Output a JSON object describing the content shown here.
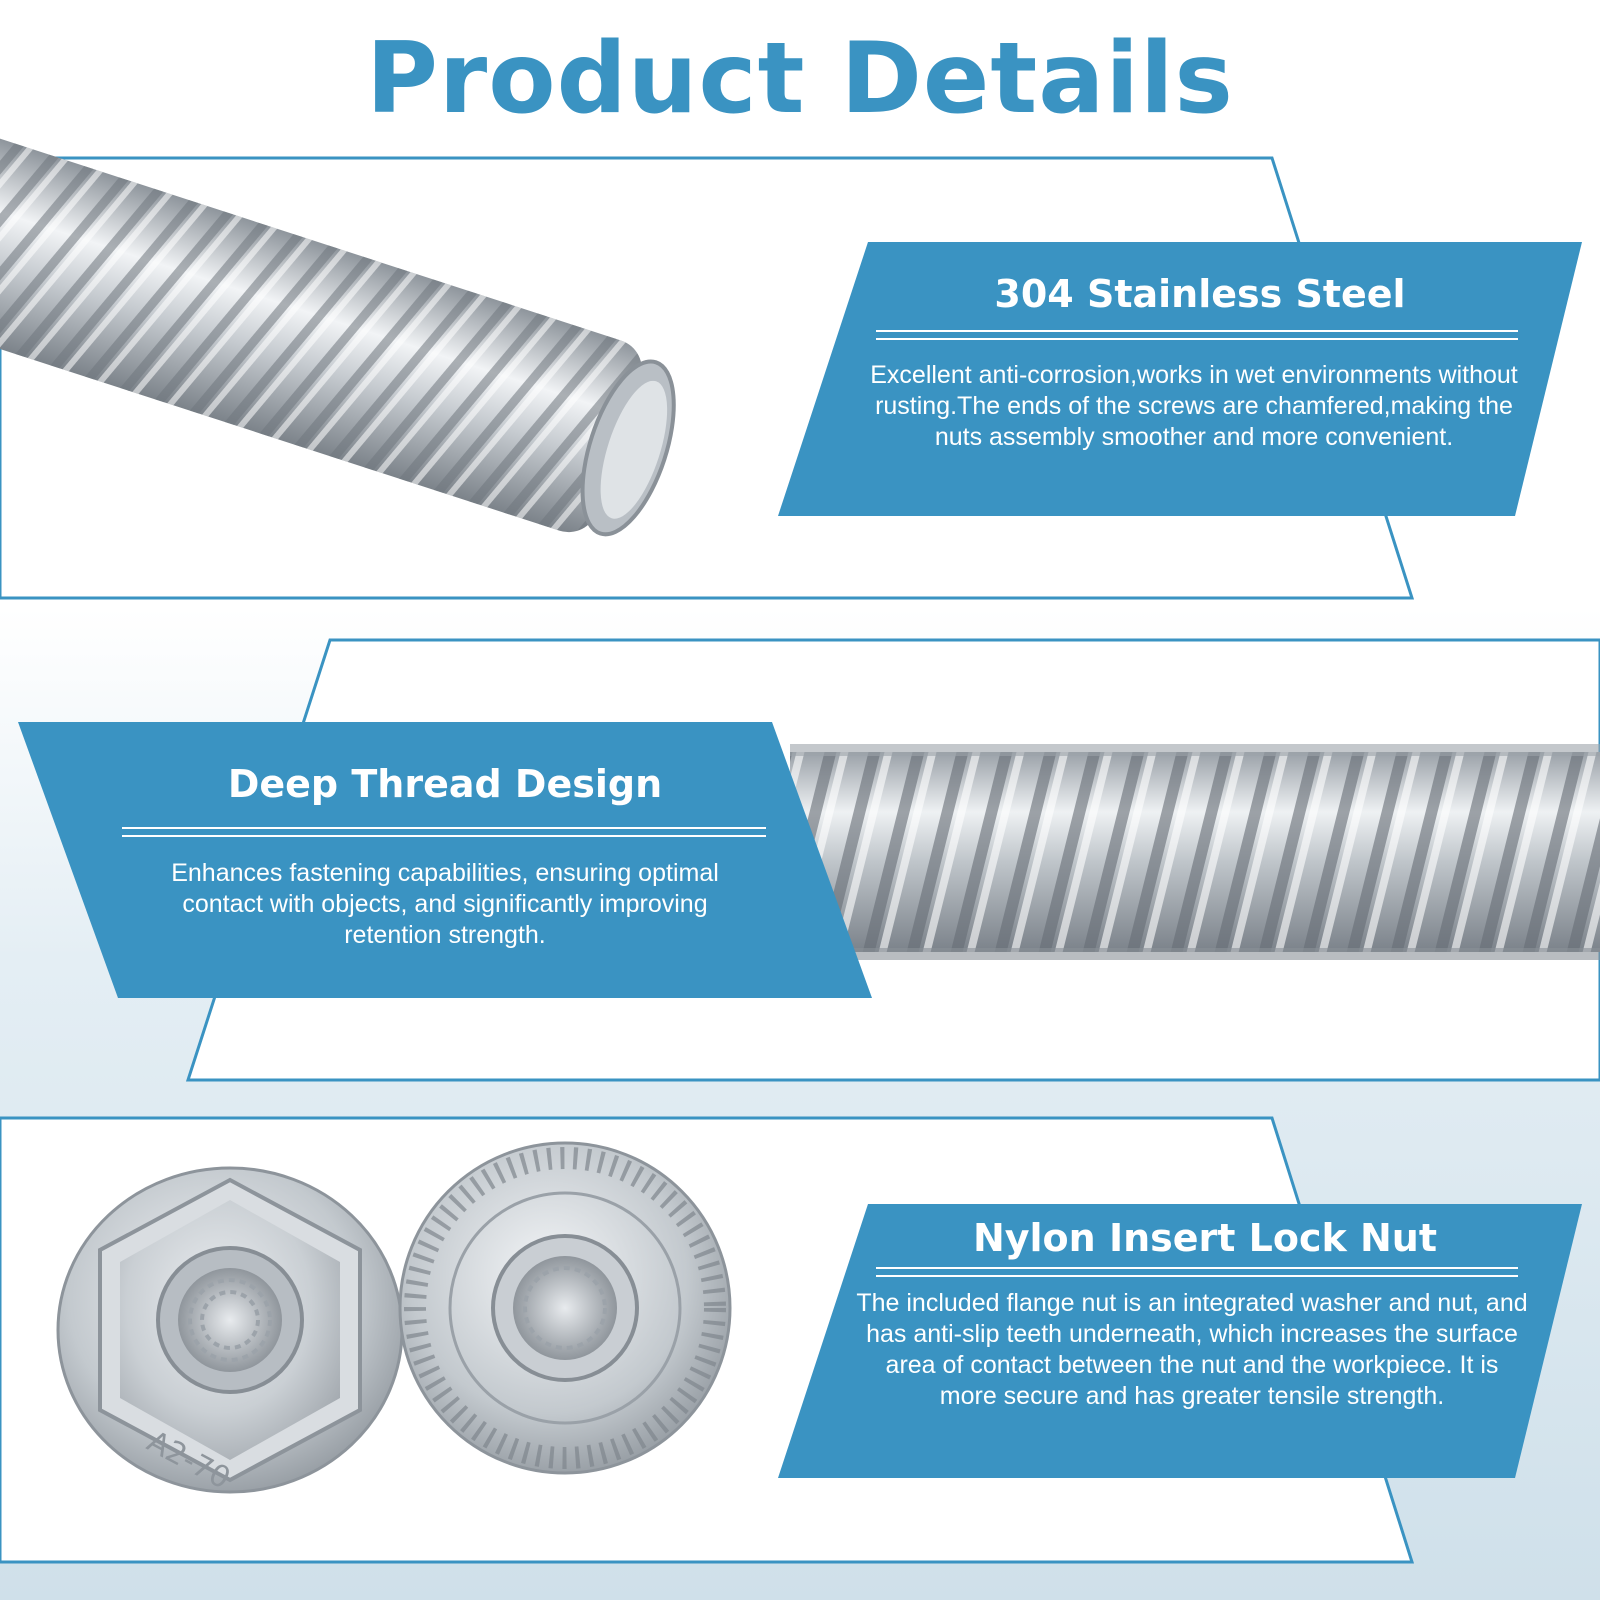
{
  "page": {
    "title": "Product Details"
  },
  "colors": {
    "accent": "#3a93c2",
    "outline": "#3a93c2",
    "steel": "#c9cdd2"
  },
  "sections": [
    {
      "title": "304 Stainless Steel",
      "description": "Excellent anti-corrosion,works in wet environments without rusting.The ends of the screws are chamfered,making the nuts assembly smoother and more convenient.",
      "image": "threaded-rod-end-photo"
    },
    {
      "title": "Deep Thread Design",
      "description": "Enhances fastening capabilities, ensuring optimal contact with objects, and significantly improving retention strength.",
      "image": "threaded-rod-side-photo"
    },
    {
      "title": "Nylon Insert Lock Nut",
      "description": "The included flange nut is an integrated washer and nut, and has anti-slip teeth underneath, which increases the surface area of contact between the nut and the workpiece. It is more secure and has greater tensile strength.",
      "image": "flange-nuts-photo",
      "nut_marking": "A2-70"
    }
  ]
}
